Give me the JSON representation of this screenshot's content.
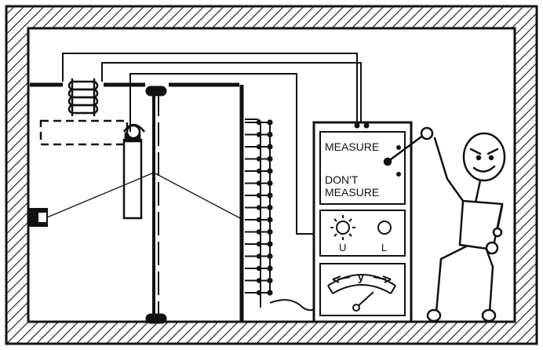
{
  "panel": {
    "switch_on_label": "MEASURE",
    "switch_off_label_line1": "DON'T",
    "switch_off_label_line2": "MEASURE",
    "lamp_u_label": "U",
    "lamp_l_label": "L",
    "meter_label": "y"
  },
  "icons": [
    "sun-icon",
    "circle-icon",
    "stick-figure",
    "coil-icon"
  ],
  "colors": {
    "ink": "#111111",
    "paper": "#ffffff"
  }
}
